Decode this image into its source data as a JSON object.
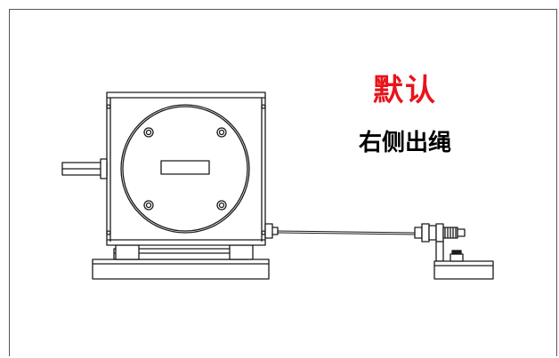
{
  "labels": {
    "default_text": "默认",
    "exit_text": "右侧出绳"
  },
  "colors": {
    "accent": "#e8141b",
    "line": "#1a1a1a",
    "frame": "#555555"
  },
  "parts": {
    "motor_box": "housing-outline",
    "cable": "pull-cable",
    "anchor": "cable-anchor-bracket"
  }
}
